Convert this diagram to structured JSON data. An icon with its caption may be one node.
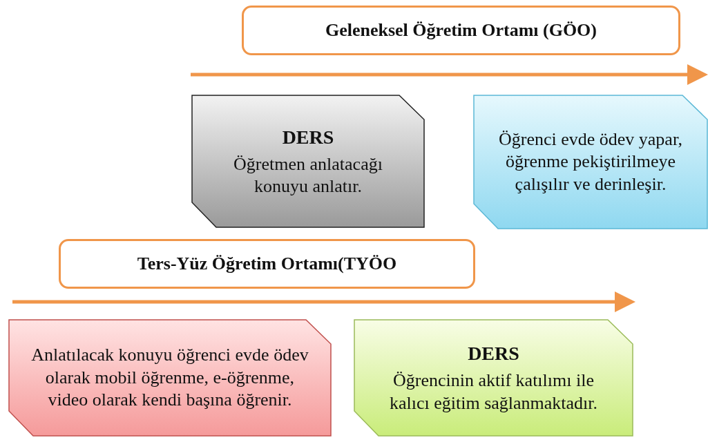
{
  "diagram": {
    "nodes": [
      {
        "text": [
          "Geleneksel Öğretim Ortamı (GÖO)"
        ]
      },
      {
        "text": [
          "DERS",
          "Öğretmen anlatacağı konuyu anlatır."
        ]
      },
      {
        "text": [
          "Öğrenci evde ödev yapar, öğrenme pekiştirilmeye çalışılır ve derinleşir."
        ]
      },
      {
        "text": [
          "Ters-Yüz Öğretim Ortamı(TYÖO"
        ]
      },
      {
        "text": [
          "Anlatılacak konuyu öğrenci evde ödev olarak mobil öğrenme, e-öğrenme, video olarak kendi başına öğrenir."
        ]
      },
      {
        "text": [
          "DERS",
          "Öğrencinin aktif katılımı ile kalıcı eğitim sağlanmaktadır."
        ]
      }
    ]
  }
}
